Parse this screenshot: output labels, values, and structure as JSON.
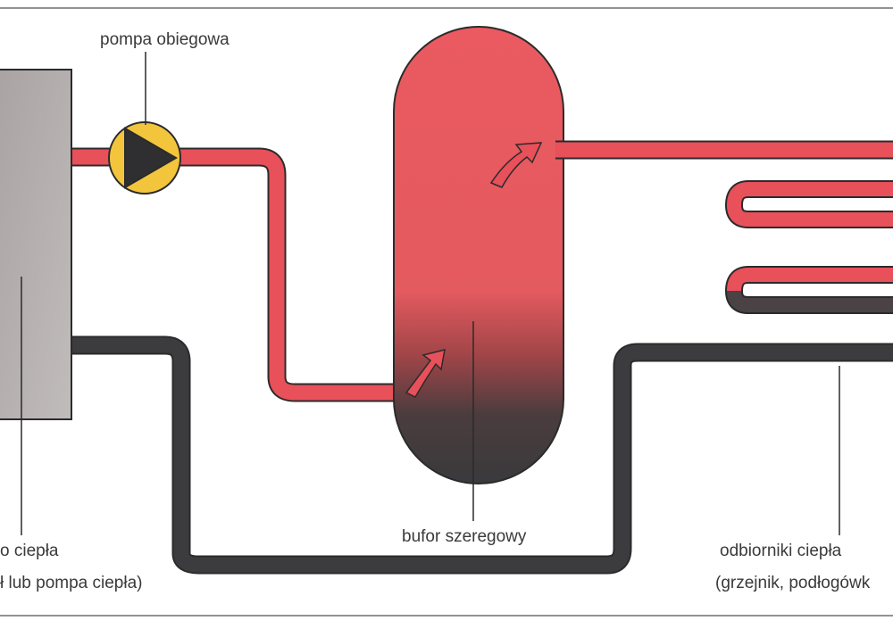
{
  "labels": {
    "pump": "pompa obiegowa",
    "buffer": "bufor szeregowy",
    "source_line1": "o ciepła",
    "source_line2": "ł lub pompa ciepła)",
    "receivers_line1": "odbiorniki ciepła",
    "receivers_line2": "(grzejnik, podłogówk"
  },
  "colors": {
    "hot": "#e8505a",
    "cold": "#3a3a3c",
    "source_box": "#b3adad",
    "pump_body": "#f2c53d",
    "outline": "#2b2b2b"
  }
}
